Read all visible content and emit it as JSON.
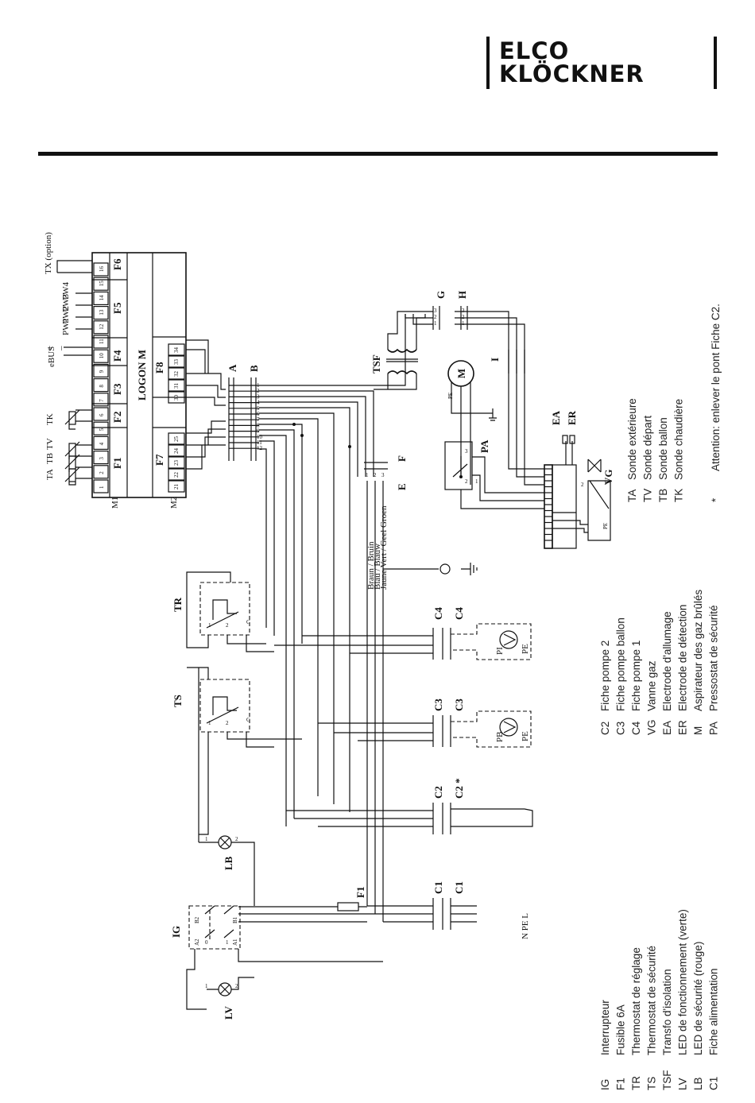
{
  "brand": {
    "line1": "ELCO",
    "line2": "KLÖCKNER"
  },
  "controller": {
    "name": "LOGON M",
    "connectors": [
      "M1",
      "M2"
    ],
    "fuse_blocks": [
      "F1",
      "F2",
      "F3",
      "F4",
      "F5",
      "F6",
      "F7",
      "F8"
    ],
    "terminal_numbers": [
      "1",
      "2",
      "3",
      "4",
      "5",
      "6",
      "7",
      "8",
      "9",
      "10",
      "11",
      "12",
      "13",
      "14",
      "15",
      "16"
    ],
    "terminal_numbers_m2": [
      "21",
      "22",
      "23",
      "24",
      "25",
      "30",
      "31",
      "32",
      "33",
      "34"
    ],
    "sensor_labels": [
      "TA",
      "TB",
      "TV",
      "TK"
    ],
    "bus_labels": [
      "eBUS",
      "+",
      "–"
    ],
    "pw_labels": [
      "PW1",
      "PW2",
      "PW3",
      "PW4"
    ],
    "tx_label": "TX (option)"
  },
  "plugs": {
    "A": "A",
    "B": "B",
    "G": "G",
    "H": "H",
    "I": "I",
    "E": "E",
    "F": "F"
  },
  "pins_b": [
    "1",
    "2",
    "3",
    "4",
    "5",
    "6",
    "7",
    "8",
    "9",
    "10",
    "11",
    "12"
  ],
  "wire_colors": [
    "Braun / Bruin",
    "Blau / Blauw",
    "Jaune Vert / Geel Groen"
  ],
  "components": {
    "TR": "TR",
    "TS": "TS",
    "TSF": "TSF",
    "IG": "IG",
    "LB": "LB",
    "LV": "LV",
    "F1": "F1",
    "M": "M",
    "PA": "PA",
    "EA": "EA",
    "ER": "ER",
    "VG": "VG",
    "C1": "C1",
    "C2": "C2",
    "C2star": "C2 *",
    "C3": "C3",
    "C4": "C4",
    "PB": "PB",
    "PI": "PI",
    "PE": "PE"
  },
  "switch_labels": [
    "A2",
    "B2",
    "A1",
    "B1",
    "0",
    "1"
  ],
  "npe_label": "N PE L",
  "legend_col1": [
    {
      "code": "IG",
      "text": "Interrupteur"
    },
    {
      "code": "F1",
      "text": "Fusible 6A"
    },
    {
      "code": "TR",
      "text": "Thermostat de réglage"
    },
    {
      "code": "TS",
      "text": "Thermostat de sécurité"
    },
    {
      "code": "TSF",
      "text": "Transfo d'isolation"
    },
    {
      "code": "LV",
      "text": "LED de fonctionnement (verte)"
    },
    {
      "code": "LB",
      "text": "LED de sécurité (rouge)"
    },
    {
      "code": "C1",
      "text": "Fiche alimentation"
    }
  ],
  "legend_col2": [
    {
      "code": "C2",
      "text": "Fiche pompe 2"
    },
    {
      "code": "C3",
      "text": "Fiche pompe ballon"
    },
    {
      "code": "C4",
      "text": "Fiche pompe 1"
    },
    {
      "code": "VG",
      "text": "Vanne gaz"
    },
    {
      "code": "EA",
      "text": "Electrode d'allumage"
    },
    {
      "code": "ER",
      "text": "Electrode de détection"
    },
    {
      "code": "M",
      "text": "Aspirateur des gaz brûlés"
    },
    {
      "code": "PA",
      "text": "Pressostat de sécurité"
    }
  ],
  "legend_col3": [
    {
      "code": "TA",
      "text": "Sonde extérieure"
    },
    {
      "code": "TV",
      "text": "Sonde départ"
    },
    {
      "code": "TB",
      "text": "Sonde ballon"
    },
    {
      "code": "TK",
      "text": "Sonde chaudière"
    }
  ],
  "note": {
    "mark": "*",
    "text": "Attention: enlever le pont Fiche C2."
  }
}
